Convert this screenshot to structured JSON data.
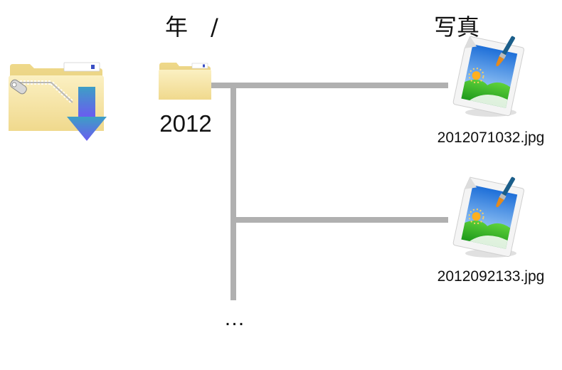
{
  "header": {
    "year_label": "年　/",
    "photo_label": "写真"
  },
  "tree": {
    "year_folder_label": "2012",
    "files": [
      {
        "name": "2012071032.jpg"
      },
      {
        "name": "2012092133.jpg"
      }
    ],
    "more_indicator": "…"
  },
  "icons": {
    "archive_folder": "zip-folder-download-icon",
    "year_folder": "folder-icon",
    "photo_file": "image-file-icon"
  },
  "colors": {
    "connector": "#b0b0b0",
    "folder": "#f4e3a1",
    "download_arrow": "#5b6fe6"
  }
}
